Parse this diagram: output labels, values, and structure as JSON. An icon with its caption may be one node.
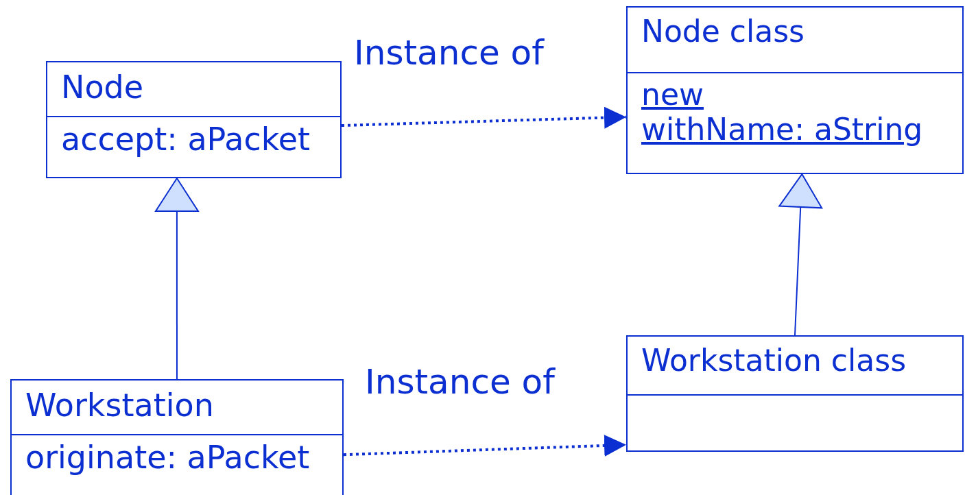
{
  "diagram": {
    "nodes": [
      {
        "text": [
          "Node",
          "accept: aPacket"
        ]
      },
      {
        "text": [
          "Node class",
          "new",
          "withName: aString"
        ]
      },
      {
        "text": [
          "Workstation",
          "originate: aPacket"
        ]
      },
      {
        "text": [
          "Workstation class"
        ]
      }
    ],
    "edges": [
      {
        "from": 0,
        "to": 1,
        "arrow": "to",
        "style": "dashed",
        "label": "Instance of"
      },
      {
        "from": 2,
        "to": 3,
        "arrow": "to",
        "style": "dashed",
        "label": "Instance of"
      },
      {
        "from": 2,
        "to": 0,
        "arrow": "to"
      },
      {
        "from": 3,
        "to": 1,
        "arrow": "to"
      }
    ]
  }
}
